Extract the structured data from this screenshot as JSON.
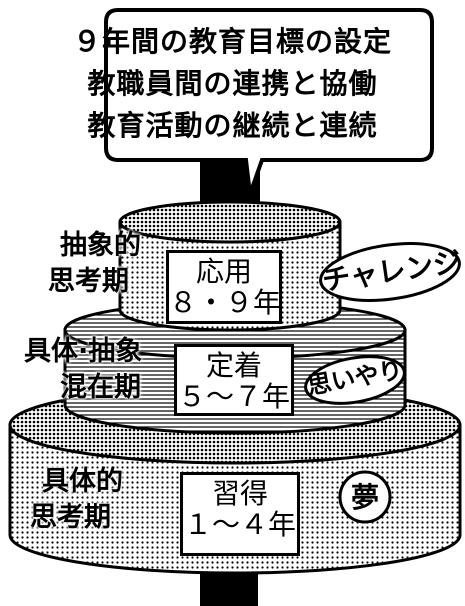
{
  "goals": {
    "line1": "９年間の教育目標の設定",
    "line2": "教職員間の連携と協働",
    "line3": "教育活動の継続と連続"
  },
  "tiers": [
    {
      "period_line1": "抽象的",
      "period_line2": "思考期",
      "grade_line1": "応用",
      "grade_line2": "８・９年",
      "value": "チャレンジ"
    },
    {
      "period_line1": "具体·抽象",
      "period_line2": "混在期",
      "grade_line1": "定着",
      "grade_line2": "５～７年",
      "value": "思いやり"
    },
    {
      "period_line1": "具体的",
      "period_line2": "思考期",
      "grade_line1": "習得",
      "grade_line2": "１～４年",
      "value": "夢"
    }
  ]
}
